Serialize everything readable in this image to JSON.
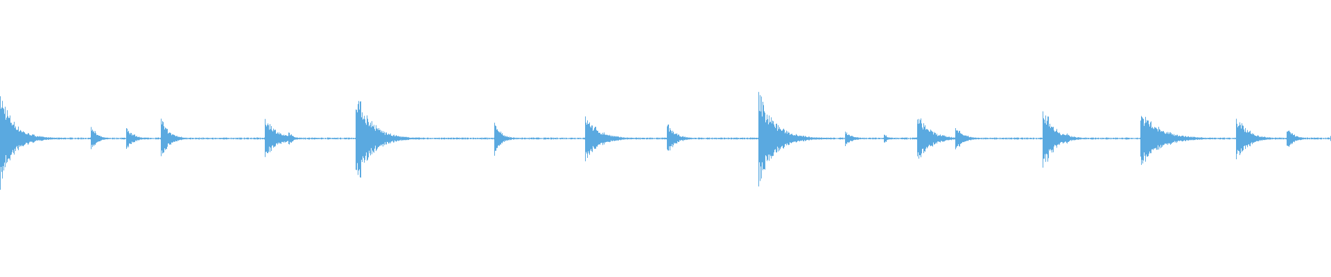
{
  "waveform": {
    "color": "#5aa9e0",
    "background": "#ffffff",
    "baseline_amplitude": 0.008,
    "duration": 1,
    "onsets": [
      {
        "t": 0.0,
        "amp": 0.55,
        "decay": 0.01
      },
      {
        "t": 0.068,
        "amp": 0.18,
        "decay": 0.004
      },
      {
        "t": 0.0945,
        "amp": 0.16,
        "decay": 0.005
      },
      {
        "t": 0.1205,
        "amp": 0.26,
        "decay": 0.006
      },
      {
        "t": 0.199,
        "amp": 0.28,
        "decay": 0.008
      },
      {
        "t": 0.2165,
        "amp": 0.1,
        "decay": 0.003
      },
      {
        "t": 0.267,
        "amp": 0.6,
        "decay": 0.011
      },
      {
        "t": 0.3715,
        "amp": 0.2,
        "decay": 0.005
      },
      {
        "t": 0.4395,
        "amp": 0.28,
        "decay": 0.01
      },
      {
        "t": 0.501,
        "amp": 0.2,
        "decay": 0.006
      },
      {
        "t": 0.57,
        "amp": 0.55,
        "decay": 0.012
      },
      {
        "t": 0.635,
        "amp": 0.1,
        "decay": 0.005
      },
      {
        "t": 0.664,
        "amp": 0.07,
        "decay": 0.003
      },
      {
        "t": 0.689,
        "amp": 0.32,
        "decay": 0.009
      },
      {
        "t": 0.718,
        "amp": 0.15,
        "decay": 0.006
      },
      {
        "t": 0.7835,
        "amp": 0.42,
        "decay": 0.008
      },
      {
        "t": 0.801,
        "amp": 0.08,
        "decay": 0.003
      },
      {
        "t": 0.857,
        "amp": 0.34,
        "decay": 0.014
      },
      {
        "t": 0.929,
        "amp": 0.3,
        "decay": 0.008
      },
      {
        "t": 0.967,
        "amp": 0.14,
        "decay": 0.005
      },
      {
        "t": 0.9995,
        "amp": 0.05,
        "decay": 0.003
      }
    ]
  }
}
